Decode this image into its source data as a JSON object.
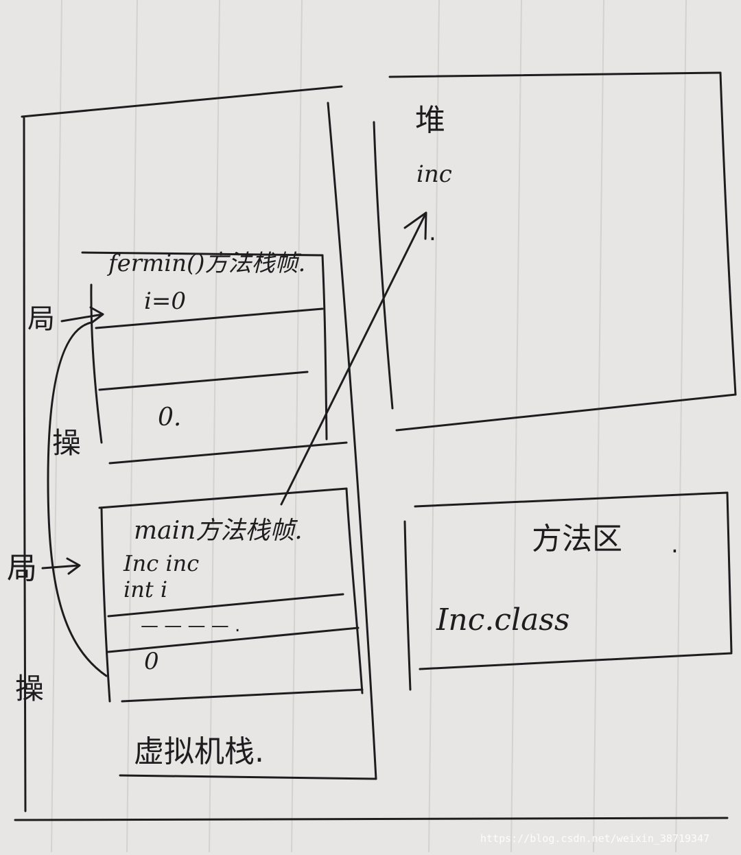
{
  "diagram": {
    "stack": {
      "frame_fermin": {
        "title": "fermin()方法栈帧.",
        "local_label": "局",
        "local_value": "i=0",
        "operand_label": "操",
        "operand_value": "0."
      },
      "frame_main": {
        "title": "main方法栈帧.",
        "local_label": "局",
        "local_line1": "Inc inc",
        "local_line2": "int i",
        "dashes": "— — — — .",
        "operand_label": "操",
        "operand_value": "0"
      },
      "caption": "虚拟机栈."
    },
    "heap": {
      "title": "堆",
      "object_label": "inc",
      "dot": "."
    },
    "method_area": {
      "title": "方法区",
      "dot": ".",
      "class_label": "Inc.class"
    },
    "watermark": "https://blog.csdn.net/weixin_38719347"
  }
}
